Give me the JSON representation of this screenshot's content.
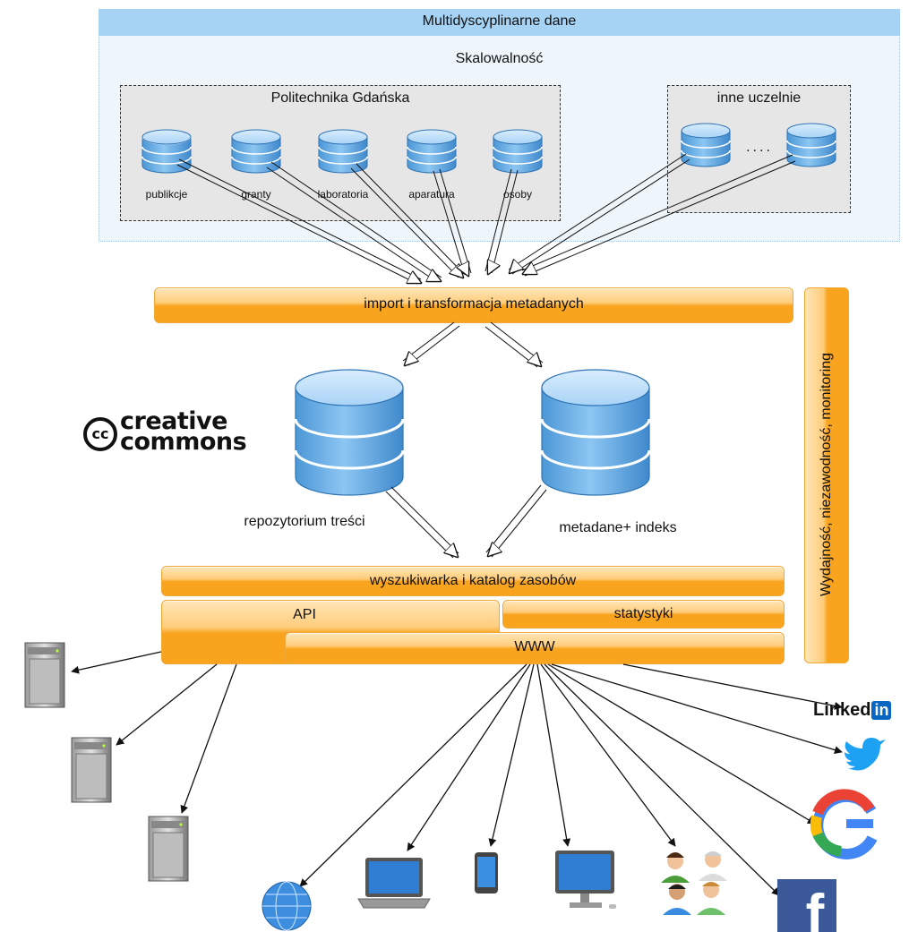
{
  "top_region": {
    "title": "Multidyscyplinarne dane",
    "subtitle": "Skalowalność",
    "group_pg": {
      "title": "Politechnika Gdańska",
      "sources": [
        "publikcje",
        "granty",
        "laboratoria",
        "aparatura",
        "osoby"
      ]
    },
    "group_other": {
      "title": "inne uczelnie",
      "ellipsis": "...."
    }
  },
  "layers": {
    "import": "import i transformacja metadanych",
    "vertical": "Wydajność, niezawodność, monitoring",
    "search": "wyszukiwarka i katalog zasobów",
    "api": "API",
    "stats": "statystyki",
    "www": "WWW"
  },
  "stores": {
    "content": "repozytorium treści",
    "metadata": "metadane+ indeks"
  },
  "logos": {
    "cc_mark": "cc",
    "cc_line1": "creative",
    "cc_line2": "commons",
    "linkedin_text": "Linked",
    "linkedin_badge": "in",
    "google": "G",
    "facebook": "f"
  },
  "colors": {
    "header_blue": "#a6d2f4",
    "region_blue": "#eef6fc",
    "orange": "#f8a41e",
    "db_blue": "#5aa6e2",
    "linkedin": "#0a66c2",
    "twitter": "#1da1f2",
    "facebook": "#3b5998"
  },
  "icons": [
    "database-icon",
    "server-icon",
    "globe-icon",
    "laptop-icon",
    "phone-icon",
    "desktop-icon",
    "users-icon",
    "twitter-icon",
    "google-icon",
    "facebook-icon",
    "linkedin-logo",
    "creative-commons-logo"
  ]
}
